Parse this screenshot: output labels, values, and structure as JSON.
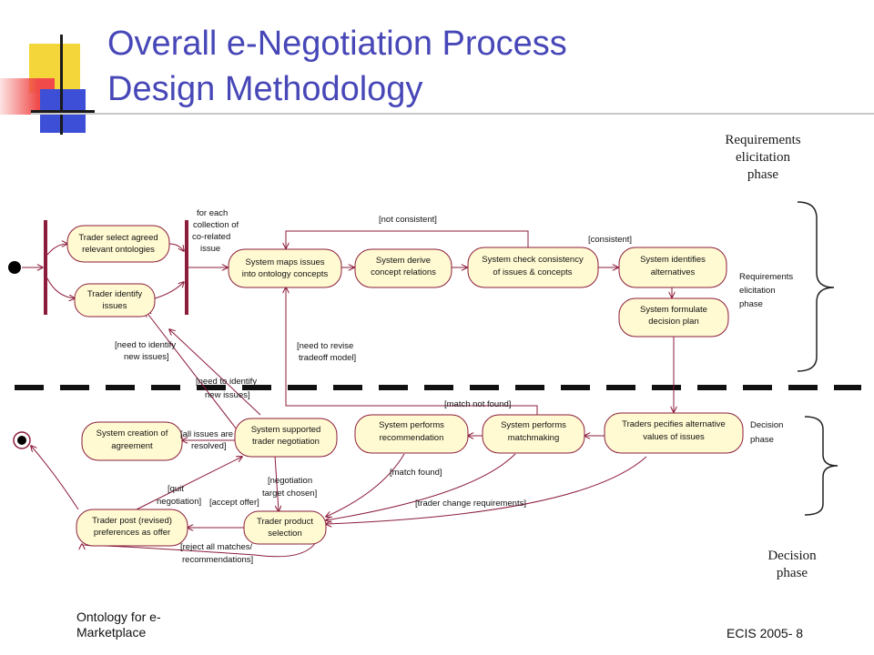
{
  "slide": {
    "title_line_1": "Overall e-Negotiation Process",
    "title_line_2": "Design Methodology",
    "requirements_label": [
      "Requirements",
      "elicitation",
      "phase"
    ],
    "decision_label": [
      "Decision",
      "phase"
    ],
    "footer_left": [
      "Ontology for e-",
      "Marketplace"
    ],
    "footer_right": "ECIS 2005- 8",
    "colors": {
      "title": "#4747b8",
      "node_fill": "#fffad2",
      "node_stroke": "#8b1c3a",
      "deco_yellow": "#f5d63a",
      "deco_red": "#f04a4a",
      "deco_blue": "#3c4fd6"
    }
  },
  "diagram": {
    "nodes": {
      "select_ontologies": [
        "Trader select agreed",
        "relevant ontologies"
      ],
      "identify_issues": [
        "Trader identify",
        "issues"
      ],
      "maps_issues": [
        "System maps issues",
        "into ontology concepts"
      ],
      "derive_relations": [
        "System derive",
        "concept relations"
      ],
      "check_consistency": [
        "System check consistency",
        "of issues & concepts"
      ],
      "identify_alternatives": [
        "System identifies",
        "alternatives"
      ],
      "formulate_plan": [
        "System formulate",
        "decision plan"
      ],
      "specify_values": [
        "Traders pecifies alternative",
        "values of issues"
      ],
      "matchmaking": [
        "System performs",
        "matchmaking"
      ],
      "recommendation": [
        "System performs",
        "recommendation"
      ],
      "supported_negotiation": [
        "System supported",
        "trader negotiation"
      ],
      "creation_agreement": [
        "System creation of",
        "agreement"
      ],
      "post_preferences": [
        "Trader post (revised)",
        "preferences as offer"
      ],
      "product_selection": [
        "Trader product",
        "selection"
      ]
    },
    "guards": {
      "for_each": [
        "for each",
        "collection of",
        "co-related",
        "issue"
      ],
      "not_consistent": "[not consistent]",
      "consistent": "[consistent]",
      "need_revise": [
        "[need to revise",
        "tradeoff model]"
      ],
      "need_identify_1": [
        "[need to identify",
        "new issues]"
      ],
      "need_identify_2": [
        "[need to identify",
        "new issues]"
      ],
      "match_not_found": "[match not found]",
      "match_found": "[match found]",
      "change_requirements": "[trader change requirements]",
      "all_resolved": [
        "[all issues are",
        "resolved]"
      ],
      "quit_negotiation": [
        "[quit",
        "negotiation]"
      ],
      "accept_offer": "[accept offer]",
      "target_chosen": [
        "[negotiation",
        "target chosen]"
      ],
      "reject_all": [
        "[reject all matches/",
        "recommendations]"
      ]
    },
    "inner_requirements_label": [
      "Requirements",
      "elicitation",
      "phase"
    ],
    "inner_decision_label": [
      "Decision",
      "phase"
    ]
  }
}
